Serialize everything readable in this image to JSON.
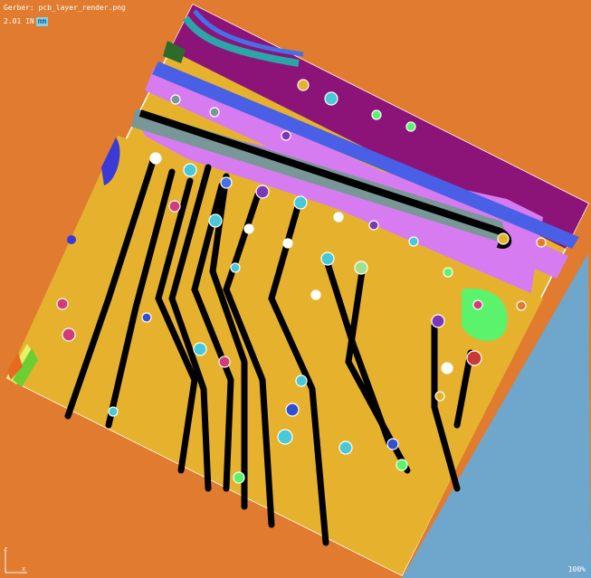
{
  "viewer": {
    "title": "Gerber: pcb_layer_render.png",
    "subtitle": "2.01 IN",
    "subtitle_tag": "mm",
    "zoom": "100%",
    "axis_labels": {
      "z": "z",
      "x": "x"
    }
  },
  "colors": {
    "background": "#e07b30",
    "board_copper": "#e6b22e",
    "trace": "#000000",
    "outline": "#ffffff",
    "purple_plane": "#d77cf0",
    "magenta_plane": "#8c1479",
    "blue_band": "#4960e6",
    "gray_band": "#7a9797",
    "green_pad": "#5bf26c",
    "teal_region": "#6fa7cc"
  }
}
